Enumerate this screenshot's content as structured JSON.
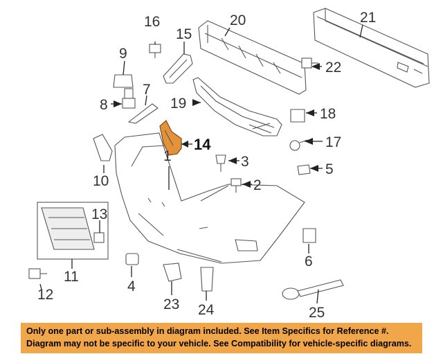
{
  "callouts": {
    "c1": "1",
    "c2": "2",
    "c3": "3",
    "c4": "4",
    "c5": "5",
    "c6": "6",
    "c7": "7",
    "c8": "8",
    "c9": "9",
    "c10": "10",
    "c11": "11",
    "c12": "12",
    "c13": "13",
    "c14": "14",
    "c15": "15",
    "c16": "16",
    "c17": "17",
    "c18": "18",
    "c19": "19",
    "c20": "20",
    "c21": "21",
    "c22": "22",
    "c23": "23",
    "c24": "24",
    "c25": "25"
  },
  "highlight_color": "#e4923a",
  "disclaimer": {
    "line1": "Only one part or sub-assembly in diagram included. See Item Specifics for Reference #.",
    "line2": "Diagram may not be specific to your vehicle. See Compatibility for vehicle-specific diagrams.",
    "background": "#f2a64a"
  }
}
